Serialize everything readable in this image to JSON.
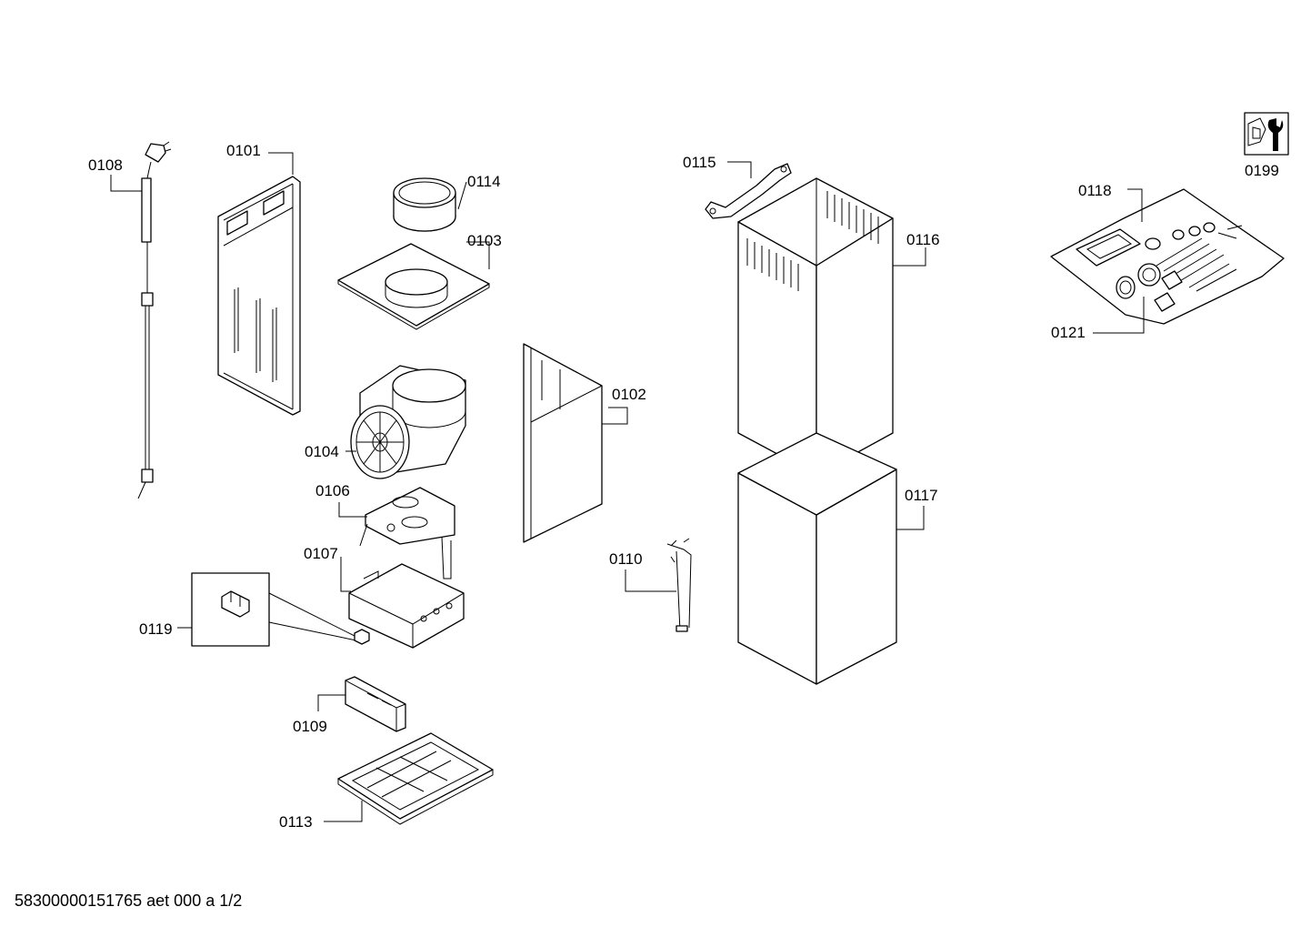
{
  "parts": [
    {
      "id": "p0101",
      "label": "0101"
    },
    {
      "id": "p0102",
      "label": "0102"
    },
    {
      "id": "p0103",
      "label": "0103"
    },
    {
      "id": "p0104",
      "label": "0104"
    },
    {
      "id": "p0106",
      "label": "0106"
    },
    {
      "id": "p0107",
      "label": "0107"
    },
    {
      "id": "p0108",
      "label": "0108"
    },
    {
      "id": "p0109",
      "label": "0109"
    },
    {
      "id": "p0110",
      "label": "0110"
    },
    {
      "id": "p0113",
      "label": "0113"
    },
    {
      "id": "p0114",
      "label": "0114"
    },
    {
      "id": "p0115",
      "label": "0115"
    },
    {
      "id": "p0116",
      "label": "0116"
    },
    {
      "id": "p0117",
      "label": "0117"
    },
    {
      "id": "p0118",
      "label": "0118"
    },
    {
      "id": "p0119",
      "label": "0119"
    },
    {
      "id": "p0121",
      "label": "0121"
    },
    {
      "id": "p0199",
      "label": "0199"
    }
  ],
  "footer": {
    "code": "58300000151765 aet 000 a 1/2"
  },
  "icons": {
    "service": "wrench-nut-icon"
  }
}
